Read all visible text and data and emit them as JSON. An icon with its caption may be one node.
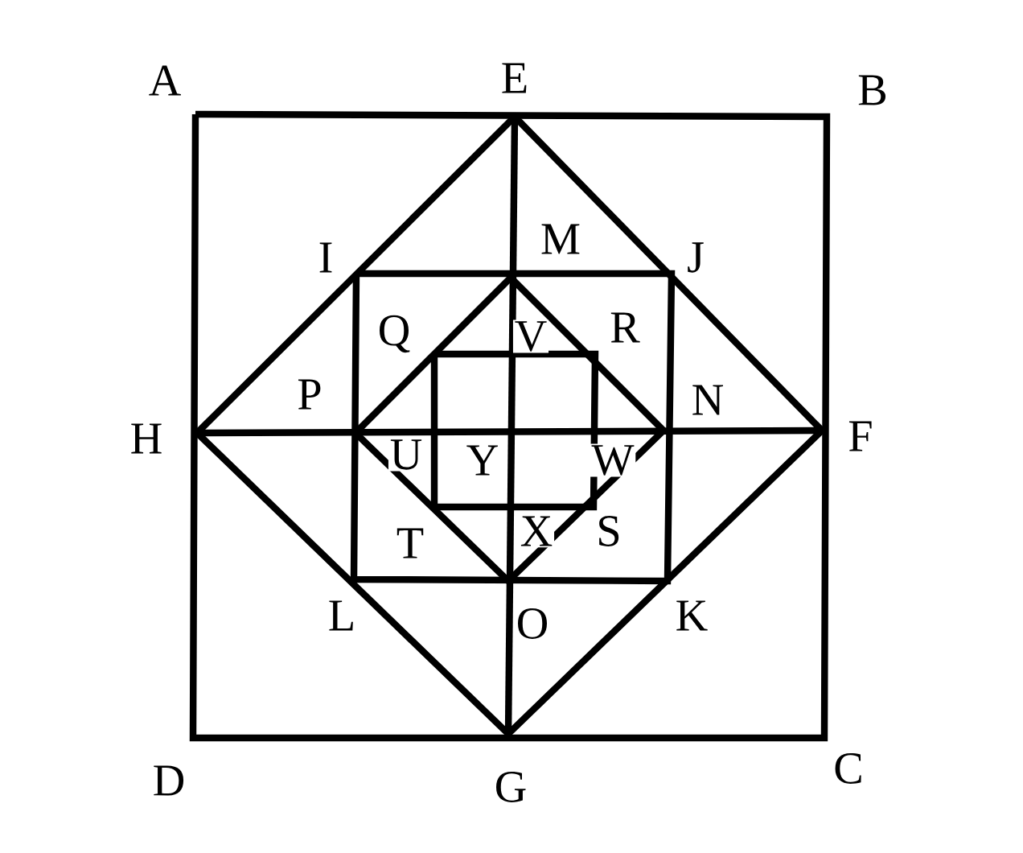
{
  "diagram": {
    "labels": [
      "A",
      "E",
      "B",
      "I",
      "M",
      "J",
      "Q",
      "V",
      "R",
      "P",
      "N",
      "H",
      "F",
      "U",
      "Y",
      "W",
      "T",
      "X",
      "S",
      "L",
      "O",
      "K",
      "D",
      "G",
      "C"
    ]
  }
}
